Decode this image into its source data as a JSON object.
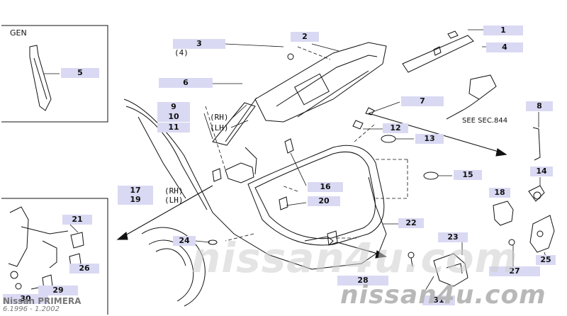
{
  "diagram": {
    "gen_label": "GEN",
    "see_sec_text": "SEE SEC.844",
    "rh_label": "(RH)",
    "lh_label": "(LH)",
    "qty_4": "(4)",
    "callouts": {
      "n1": "1",
      "n2": "2",
      "n3": "3",
      "n4": "4",
      "n5": "5",
      "n6": "6",
      "n7": "7",
      "n8": "8",
      "n9": "9",
      "n10": "10",
      "n11": "11",
      "n12": "12",
      "n13": "13",
      "n14": "14",
      "n15": "15",
      "n16": "16",
      "n17": "17",
      "n18": "18",
      "n19": "19",
      "n20": "20",
      "n21": "21",
      "n22": "22",
      "n23": "23",
      "n24": "24",
      "n25": "25",
      "n26": "26",
      "n27": "27",
      "n28": "28",
      "n29": "29",
      "n30": "30",
      "n31": "31"
    }
  },
  "watermark": {
    "center": "nissan4u.com",
    "bottom": "nissan4u.com",
    "car_model": "Nissan PRIMERA",
    "date_range": "6.1996 - 1.2002"
  }
}
